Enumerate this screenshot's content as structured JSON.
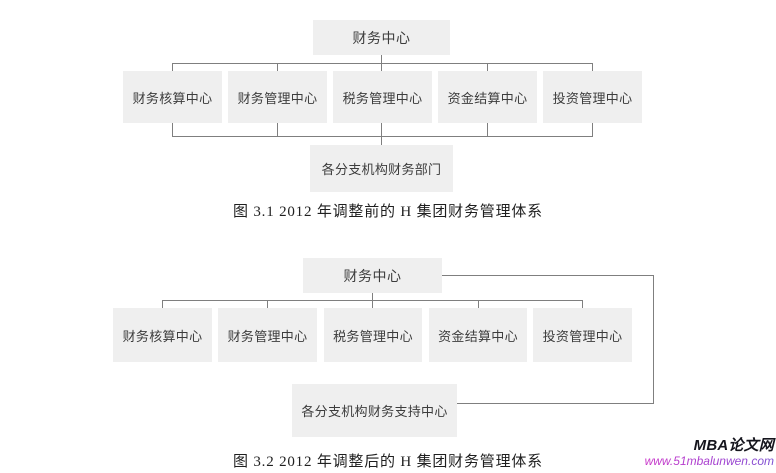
{
  "colors": {
    "box-fill": "#efefef",
    "box-text": "#3c3c3c",
    "line": "#7f7f7f",
    "caption": "#1f1f1f",
    "brand": "#15151d",
    "url-start": "#c935c9",
    "url-end": "#7b50d2"
  },
  "diagram1": {
    "root_label": "财务中心",
    "children": [
      "财务核算中心",
      "财务管理中心",
      "税务管理中心",
      "资金结算中心",
      "投资管理中心"
    ],
    "bottom_label": "各分支机构财务部门",
    "caption": "图 3.1 2012 年调整前的 H 集团财务管理体系"
  },
  "diagram2": {
    "root_label": "财务中心",
    "children": [
      "财务核算中心",
      "财务管理中心",
      "税务管理中心",
      "资金结算中心",
      "投资管理中心"
    ],
    "bottom_label": "各分支机构财务支持中心",
    "caption": "图 3.2 2012 年调整后的 H 集团财务管理体系"
  },
  "watermark": {
    "brand": "MBA论文网",
    "url": "www.51mbalunwen.com"
  }
}
